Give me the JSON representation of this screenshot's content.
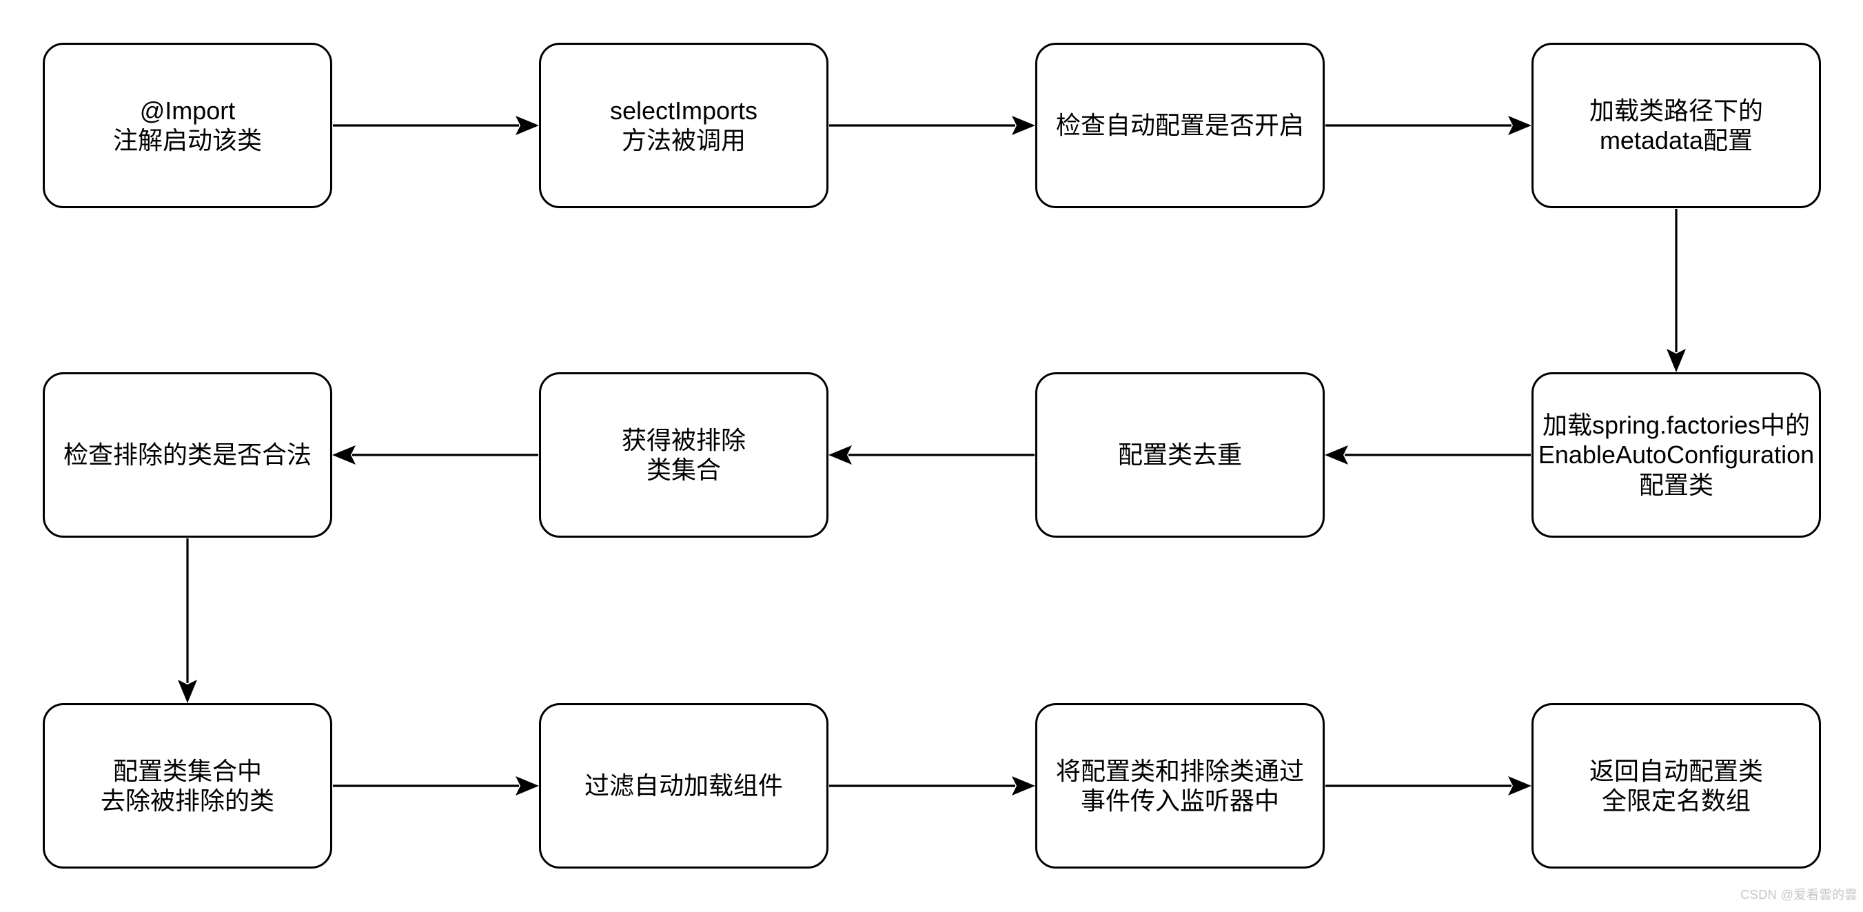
{
  "diagram": {
    "type": "flowchart",
    "colors": {
      "background": "#ffffff",
      "node_fill": "#ffffff",
      "node_border": "#000000",
      "text": "#000000",
      "arrow": "#000000",
      "watermark": "#c6c6c6"
    },
    "nodes": [
      {
        "id": "n1",
        "label": "@Import\n注解启动该类"
      },
      {
        "id": "n2",
        "label": "selectImports\n方法被调用"
      },
      {
        "id": "n3",
        "label": "检查自动配置是否开启"
      },
      {
        "id": "n4",
        "label": "加载类路径下的\nmetadata配置"
      },
      {
        "id": "n5",
        "label": "加载spring.factories中的\nEnableAutoConfiguration\n配置类"
      },
      {
        "id": "n6",
        "label": "配置类去重"
      },
      {
        "id": "n7",
        "label": "获得被排除\n类集合"
      },
      {
        "id": "n8",
        "label": "检查排除的类是否合法"
      },
      {
        "id": "n9",
        "label": "配置类集合中\n去除被排除的类"
      },
      {
        "id": "n10",
        "label": "过滤自动加载组件"
      },
      {
        "id": "n11",
        "label": "将配置类和排除类通过\n事件传入监听器中"
      },
      {
        "id": "n12",
        "label": "返回自动配置类\n全限定名数组"
      }
    ],
    "edges": [
      {
        "from": "n1",
        "to": "n2",
        "direction": "right"
      },
      {
        "from": "n2",
        "to": "n3",
        "direction": "right"
      },
      {
        "from": "n3",
        "to": "n4",
        "direction": "right"
      },
      {
        "from": "n4",
        "to": "n5",
        "direction": "down"
      },
      {
        "from": "n5",
        "to": "n6",
        "direction": "left"
      },
      {
        "from": "n6",
        "to": "n7",
        "direction": "left"
      },
      {
        "from": "n7",
        "to": "n8",
        "direction": "left"
      },
      {
        "from": "n8",
        "to": "n9",
        "direction": "down"
      },
      {
        "from": "n9",
        "to": "n10",
        "direction": "right"
      },
      {
        "from": "n10",
        "to": "n11",
        "direction": "right"
      },
      {
        "from": "n11",
        "to": "n12",
        "direction": "right"
      }
    ]
  },
  "watermark": {
    "text": "CSDN @爱看雲的雲"
  }
}
